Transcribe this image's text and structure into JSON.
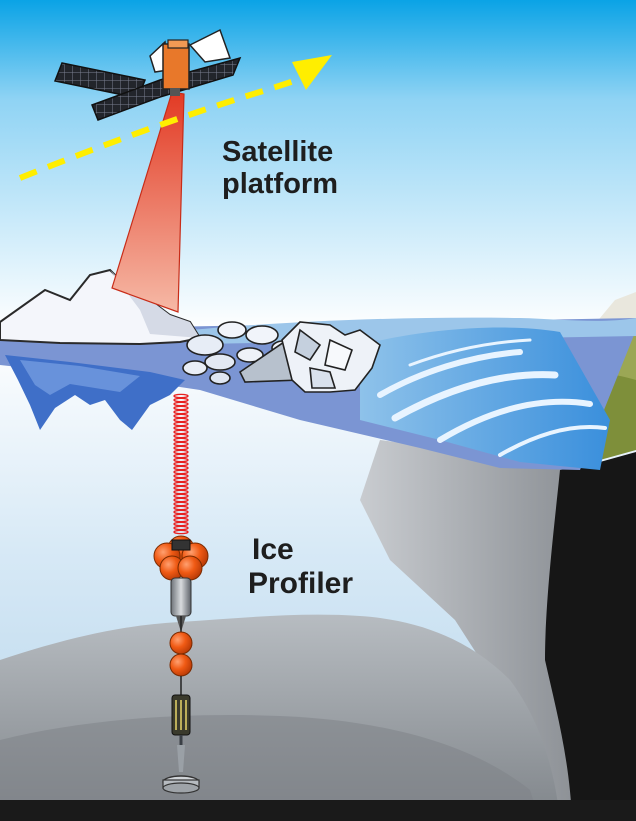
{
  "labels": {
    "satellite": {
      "line1": "Satellite",
      "line2": "platform"
    },
    "profiler": {
      "line1": "Ice",
      "line2": "Profiler"
    }
  },
  "colors": {
    "sky_top": "#0aa3e6",
    "sky_bottom": "#ffffff",
    "ocean": "#c5dff0",
    "sea_surface": "#7b95d3",
    "ice_blue": "#3f86d8",
    "beam": "#e8452c",
    "satellite_body": "#e8782a",
    "trajectory_arrow": "#ffee00",
    "buoy_orange": "#f05a14",
    "acoustic_signal": "#e82020",
    "seafloor": "#8c8f92",
    "shelf_black": "#161616",
    "shore_grass": "#7e8f3a"
  },
  "icons": [
    "satellite-icon",
    "trajectory-arrow-icon",
    "signal-coil-icon",
    "profiler-buoy-icon",
    "anchor-icon"
  ]
}
